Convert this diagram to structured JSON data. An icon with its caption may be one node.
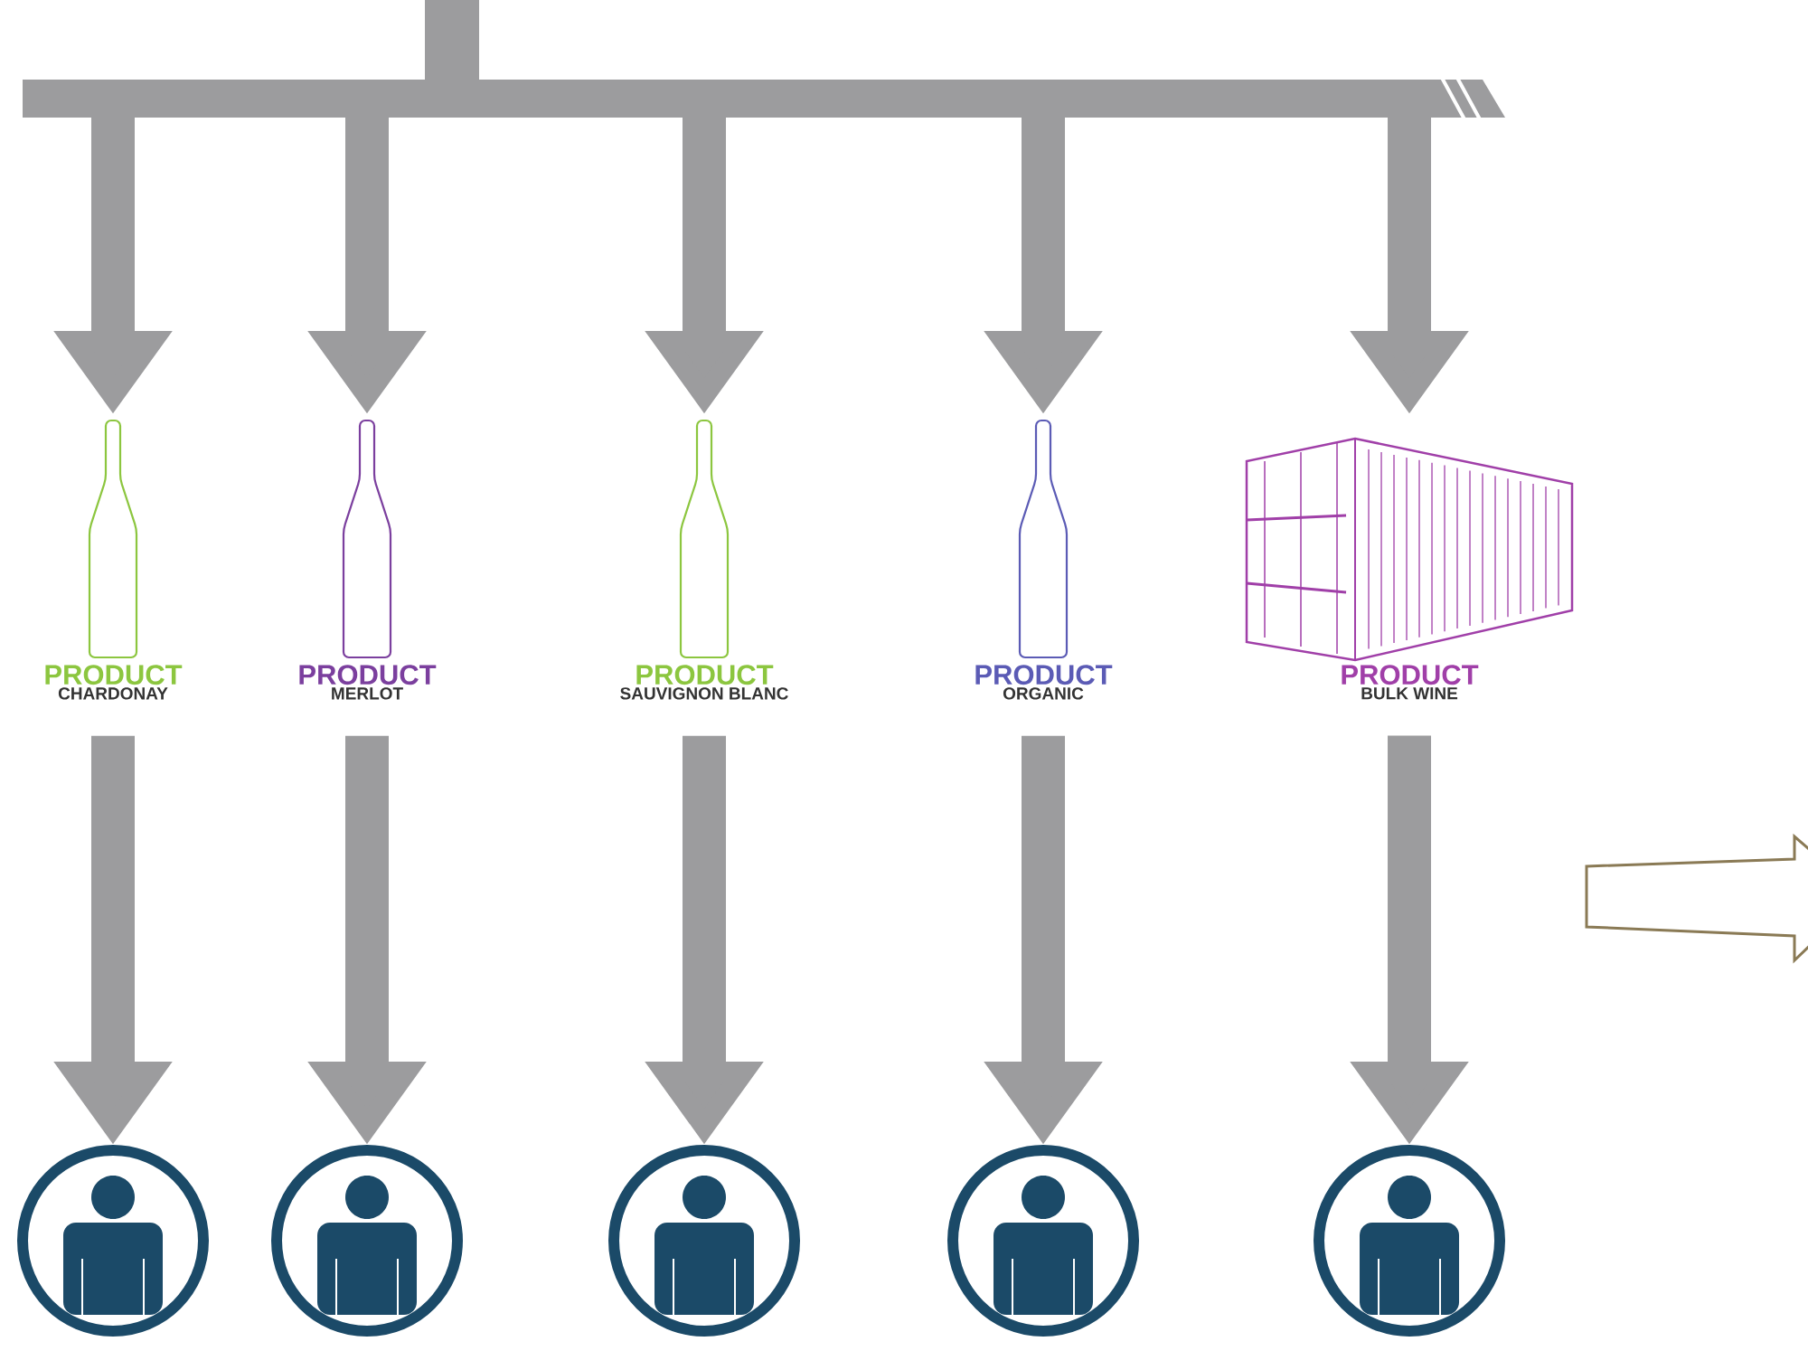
{
  "diagram": {
    "nodes": [
      {
        "text": [
          "PRODUCT",
          "CHARDONAY"
        ]
      },
      {
        "text": [
          "PRODUCT",
          "MERLOT"
        ]
      },
      {
        "text": [
          "PRODUCT",
          "SAUVIGNON BLANC"
        ]
      },
      {
        "text": [
          "PRODUCT",
          "ORGANIC"
        ]
      },
      {
        "text": [
          "PRODUCT",
          "BULK WINE"
        ]
      },
      {
        "text": [],
        "shape": "person"
      },
      {
        "text": [],
        "shape": "person"
      },
      {
        "text": [],
        "shape": "person"
      },
      {
        "text": [],
        "shape": "person"
      },
      {
        "text": [],
        "shape": "person"
      }
    ],
    "edges": [
      {
        "from": null,
        "to": 0,
        "arrow": "to"
      },
      {
        "from": null,
        "to": 1,
        "arrow": "to"
      },
      {
        "from": null,
        "to": 2,
        "arrow": "to"
      },
      {
        "from": null,
        "to": 3,
        "arrow": "to"
      },
      {
        "from": null,
        "to": 4,
        "arrow": "to"
      },
      {
        "from": 0,
        "to": 5,
        "arrow": "to"
      },
      {
        "from": 1,
        "to": 6,
        "arrow": "to"
      },
      {
        "from": 2,
        "to": 7,
        "arrow": "to"
      },
      {
        "from": 3,
        "to": 8,
        "arrow": "to"
      },
      {
        "from": 4,
        "to": 9,
        "arrow": "to"
      }
    ]
  }
}
